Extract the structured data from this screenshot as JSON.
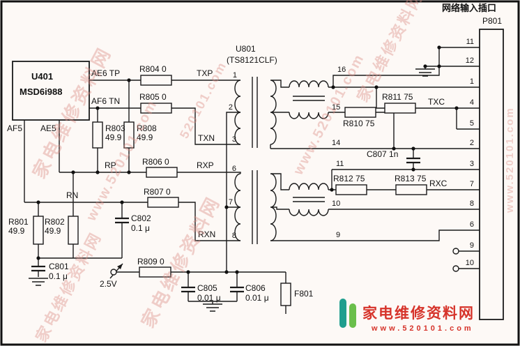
{
  "connector": {
    "title": "网络输入插口",
    "ref": "P801",
    "pins": [
      "11",
      "12",
      "1",
      "4",
      "5",
      "2",
      "3",
      "7",
      "8",
      "6",
      "9",
      "10"
    ]
  },
  "u401": {
    "ref": "U401",
    "part": "MSD6i988",
    "tp": "AE6 TP",
    "tn": "AF6 TN",
    "af5": "AF5",
    "ae5": "AE5"
  },
  "u801": {
    "ref": "U801",
    "part": "(TS8121CLF)"
  },
  "parts": {
    "r804": "R804 0",
    "r805": "R805 0",
    "r806": "R806 0",
    "r807": "R807 0",
    "r809": "R809 0",
    "r810": "R810 75",
    "r811": "R811 75",
    "r812": "R812 75",
    "r813": "R813 75",
    "r803_ref": "R803",
    "r803_val": "49.9",
    "r808_ref": "R808",
    "r808_val": "49.9",
    "r801_ref": "R801",
    "r801_val": "49.9",
    "r802_ref": "R802",
    "r802_val": "49.9",
    "c801_ref": "C801",
    "c801_val": "0.1 μ",
    "c802_ref": "C802",
    "c802_val": "0.1 μ",
    "c805_ref": "C805",
    "c805_val": "0.01 μ",
    "c806_ref": "C806",
    "c806_val": "0.01 μ",
    "c807": "C807 1n",
    "f801": "F801"
  },
  "nets": {
    "txp": "TXP",
    "txn": "TXN",
    "rxp": "RXP",
    "rxn": "RXN",
    "txc": "TXC",
    "rxc": "RXC",
    "rp": "RP",
    "rn": "RN",
    "v_ref": "2.5V"
  },
  "transformer_pins": {
    "p1": "1",
    "p2": "2",
    "p3": "3",
    "p6": "6",
    "p7": "7",
    "p8": "8",
    "p16": "16",
    "p15": "15",
    "p14": "14",
    "p11": "11",
    "p10": "10",
    "p9": "9"
  },
  "watermark": {
    "site": "家电维修资料网",
    "url": "www.520101.com",
    "url_short": "520101.com"
  },
  "logo": {
    "text": "家电维修资料网",
    "url": "www.520101.com"
  }
}
